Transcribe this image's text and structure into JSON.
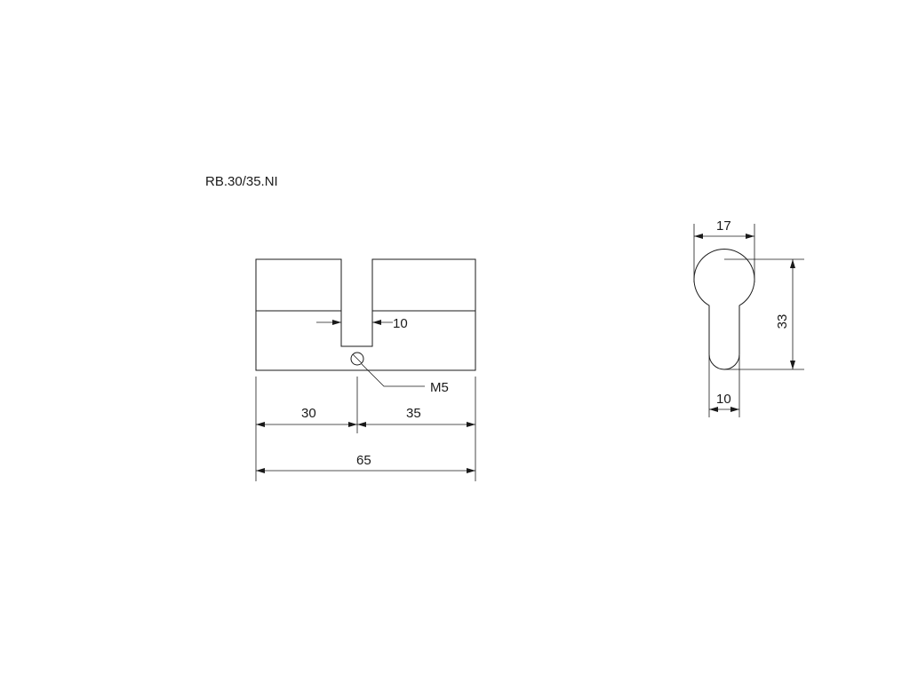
{
  "title": "RB.30/35.NI",
  "front_view": {
    "cam_slot_width": "10",
    "screw_label": "M5",
    "left_length": "30",
    "right_length": "35",
    "total_length": "65"
  },
  "side_view": {
    "top_width": "17",
    "height": "33",
    "bottom_width": "10"
  }
}
